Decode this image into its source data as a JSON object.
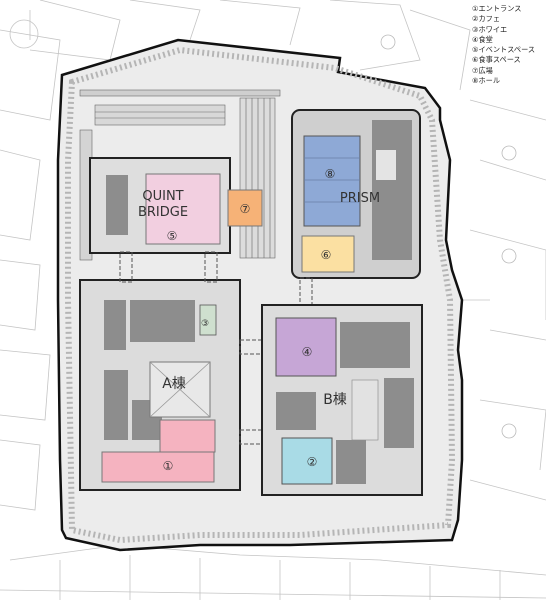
{
  "legend": [
    {
      "num": "①",
      "name": "エントランス"
    },
    {
      "num": "②",
      "name": "カフェ"
    },
    {
      "num": "③",
      "name": "ホワイエ"
    },
    {
      "num": "④",
      "name": "食堂"
    },
    {
      "num": "⑤",
      "name": "イベントスペース"
    },
    {
      "num": "⑥",
      "name": "食事スペース"
    },
    {
      "num": "⑦",
      "name": "広場"
    },
    {
      "num": "⑧",
      "name": "ホール"
    }
  ],
  "buildings": {
    "quint_line1": "QUINT",
    "quint_line2": "BRIDGE",
    "prism": "PRISM",
    "a_wing": "A棟",
    "b_wing": "B棟"
  },
  "markers": [
    "①",
    "②",
    "③",
    "④",
    "⑤",
    "⑥",
    "⑦",
    "⑧"
  ],
  "colors": {
    "entrance": "#f5b3c0",
    "cafe": "#a9dbe6",
    "dining_hall": "#c6a6d6",
    "event_space": "#f2cfe0",
    "eating_space": "#fbe0a2",
    "plaza": "#f6b277",
    "hall": "#8ea9d6",
    "building": "#8d8d8d",
    "ground": "#ececec"
  }
}
